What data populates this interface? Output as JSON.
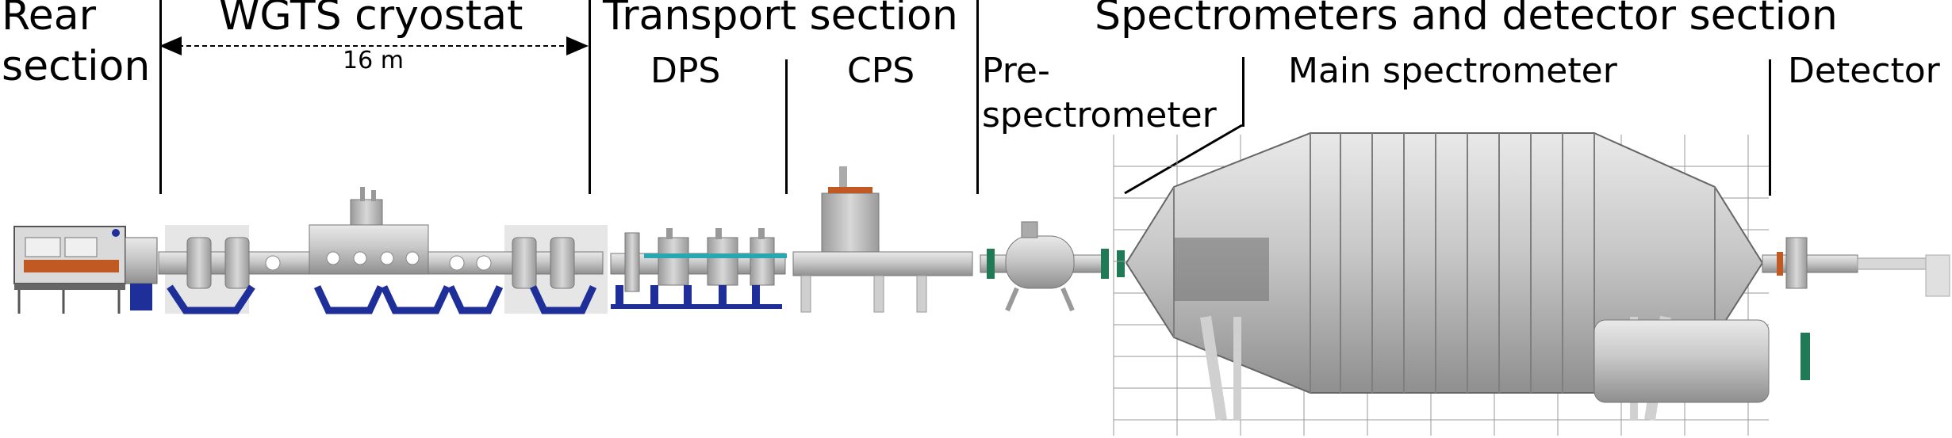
{
  "sections": {
    "rear": {
      "line1": "Rear",
      "line2": "section"
    },
    "wgts": {
      "title": "WGTS cryostat",
      "length": "16 m"
    },
    "transport": {
      "title": "Transport section",
      "dps": "DPS",
      "cps": "CPS"
    },
    "spectrometers": {
      "title": "Spectrometers and detector section",
      "pre_line1": "Pre-",
      "pre_line2": "spectrometer",
      "main": "Main spectrometer",
      "detector": "Detector"
    }
  },
  "colors": {
    "steel": "#c4c4c4",
    "steel_dark": "#8d8d8d",
    "support_blue": "#1f2f9a",
    "valve_green": "#1f7a55",
    "copper": "#c05a22",
    "grid": "#9a9a9a"
  }
}
